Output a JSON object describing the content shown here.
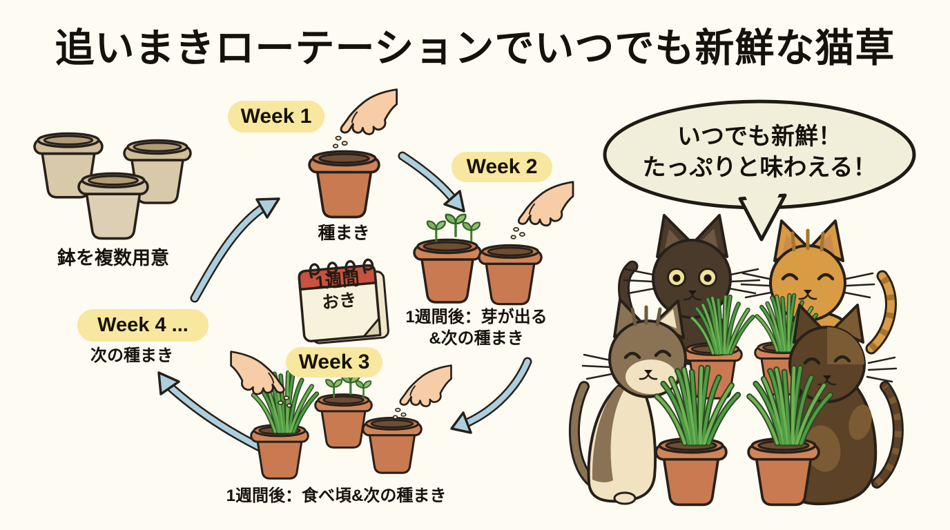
{
  "title": "追いまきローテーションでいつでも新鮮な猫草",
  "prepare": {
    "caption": "鉢を複数用意"
  },
  "weeks": {
    "week1": {
      "badge": "Week 1",
      "caption": "種まき"
    },
    "week2": {
      "badge": "Week 2",
      "caption_line1": "1週間後：芽が出る",
      "caption_line2": "&次の種まき"
    },
    "week3": {
      "badge": "Week 3",
      "caption": "1週間後：食べ頃&次の種まき"
    },
    "week4": {
      "badge": "Week 4 ...",
      "caption": "次の種まき"
    }
  },
  "calendar": {
    "line1": "1週間",
    "line2": "おき"
  },
  "speech_bubble": {
    "line1": "いつでも新鮮！",
    "line2": "たっぷりと味わえる！"
  },
  "colors": {
    "background": "#FDFBF2",
    "badge_yellow": "#F8E79E",
    "arrow_blue": "#ACCFDF",
    "pot_terracotta": "#C97A50",
    "pot_beige": "#D8C9AB",
    "grass_green": "#4E9C44",
    "calendar_red": "#C95140",
    "bubble_cream": "#F1EEDA",
    "text_black": "#17120C"
  }
}
